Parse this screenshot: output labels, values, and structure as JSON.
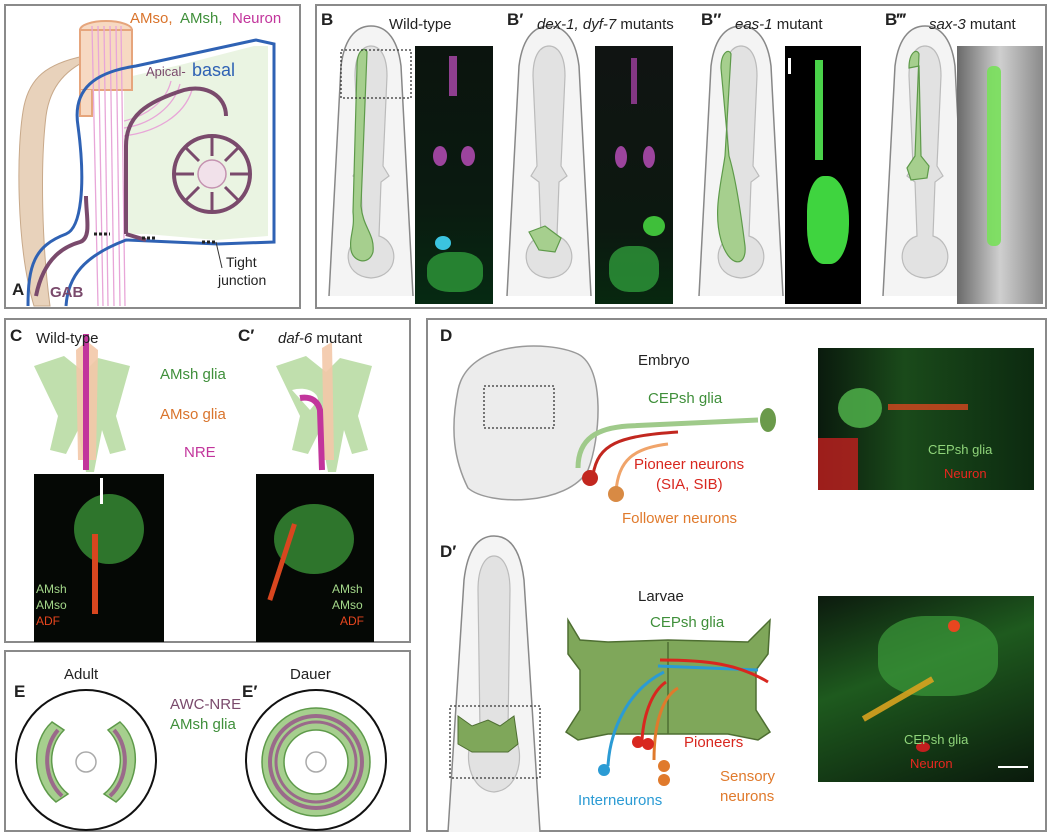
{
  "colors": {
    "amso": "#d9742c",
    "amsh": "#3f8f3a",
    "neuron": "#c2359c",
    "basal": "#2f62b4",
    "gab": "#7a4a6c",
    "green_glia": "#8fc47a",
    "red": "#d8271f",
    "orange": "#e07a2c",
    "cyan": "#2b9bd4",
    "frame": "#8a8a8a"
  },
  "panelA": {
    "label": "A",
    "legend_amso": "AMso,",
    "legend_amsh": "AMsh,",
    "legend_neuron": "Neuron",
    "apical": "Apical-",
    "basal": "basal",
    "gab": "GAB",
    "tight_junction_line1": "Tight",
    "tight_junction_line2": "junction"
  },
  "panelB": {
    "B": {
      "label": "B",
      "title": "Wild-type"
    },
    "B1": {
      "label": "B′",
      "title_italic": "dex-1, dyf-7",
      "title_plain": " mutants"
    },
    "B2": {
      "label": "B″",
      "title_italic": "eas-1",
      "title_plain": " mutant"
    },
    "B3": {
      "label": "B‴",
      "title_italic": "sax-3",
      "title_plain": " mutant"
    }
  },
  "panelC": {
    "C": {
      "label": "C",
      "title": "Wild-type"
    },
    "C1": {
      "label": "C′",
      "title_italic": "daf-6",
      "title_plain": " mutant"
    },
    "legend_amsh": "AMsh glia",
    "legend_amso": "AMso glia",
    "legend_nre": "NRE",
    "micro_amsh": "AMsh",
    "micro_amso": "AMso",
    "micro_adf": "ADF"
  },
  "panelD": {
    "D": {
      "label": "D",
      "title": "Embryo"
    },
    "D1": {
      "label": "D′",
      "title": "Larvae"
    },
    "cepsh": "CEPsh glia",
    "pioneer_line1": "Pioneer neurons",
    "pioneer_line2": "(SIA, SIB)",
    "follower": "Follower neurons",
    "pioneers": "Pioneers",
    "interneurons": "Interneurons",
    "sensory_line1": "Sensory",
    "sensory_line2": "neurons",
    "micro_cepsh": "CEPsh glia",
    "micro_neuron": "Neuron"
  },
  "panelE": {
    "E": {
      "label": "E",
      "title": "Adult"
    },
    "E1": {
      "label": "E′",
      "title": "Dauer"
    },
    "legend_awc": "AWC-NRE",
    "legend_amsh": "AMsh glia"
  }
}
